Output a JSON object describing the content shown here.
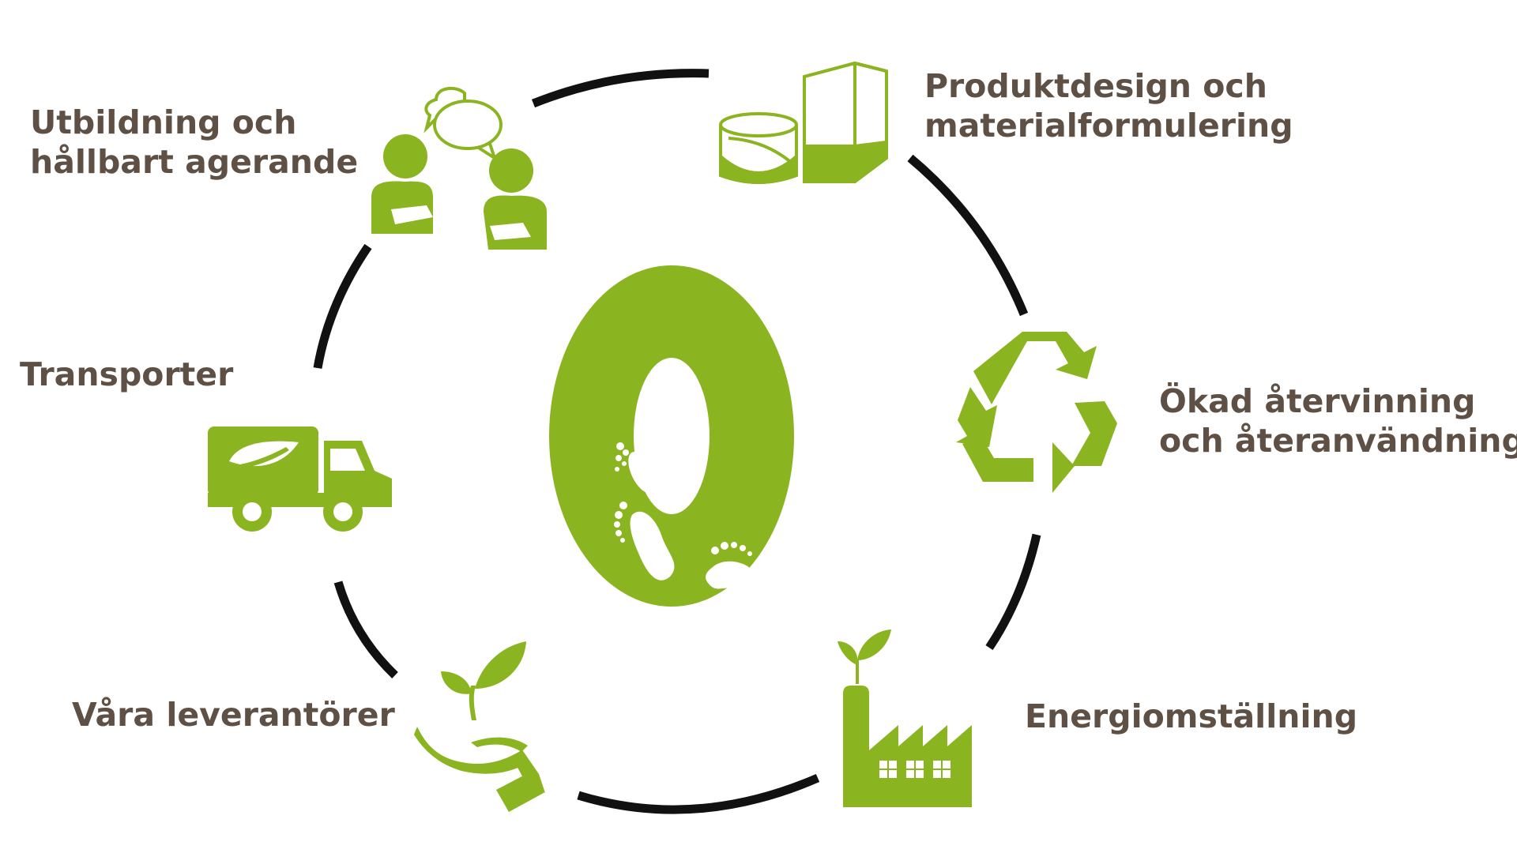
{
  "colors": {
    "green": "#8ab420",
    "ring": "#111111",
    "text": "#5e5045",
    "background": "#ffffff"
  },
  "center": {
    "symbol": "0"
  },
  "segments": [
    {
      "id": "produktdesign",
      "icon": "paint-can-and-box-icon",
      "lines": [
        "Produktdesign och",
        "materialformulering"
      ]
    },
    {
      "id": "atervinning",
      "icon": "recycle-icon",
      "lines": [
        "Ökad återvinning",
        "och återanvändning"
      ]
    },
    {
      "id": "energi",
      "icon": "factory-with-sprout-icon",
      "lines": [
        "Energiomställning"
      ]
    },
    {
      "id": "leverantorer",
      "icon": "hand-holding-plant-icon",
      "lines": [
        "Våra leverantörer"
      ]
    },
    {
      "id": "transporter",
      "icon": "delivery-truck-leaf-icon",
      "lines": [
        "Transporter"
      ]
    },
    {
      "id": "utbildning",
      "icon": "people-conversation-icon",
      "lines": [
        "Utbildning och",
        "hållbart agerande"
      ]
    }
  ]
}
